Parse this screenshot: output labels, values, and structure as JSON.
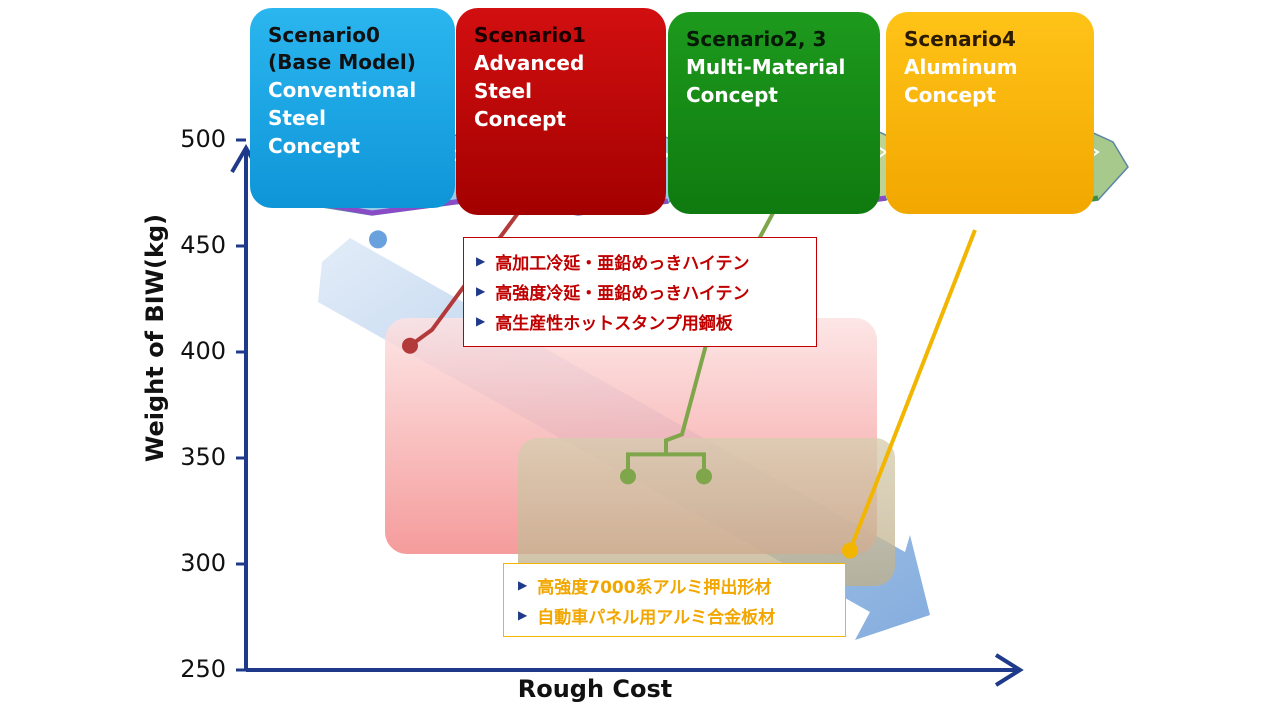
{
  "chart_data": {
    "type": "scatter",
    "xlabel": "Rough Cost",
    "ylabel": "Weight of BIW(kg)",
    "ylim": [
      250,
      500
    ],
    "yticks": [
      500,
      450,
      400,
      350,
      300,
      250
    ],
    "grid": false,
    "scenarios": [
      {
        "title": "Scenario0",
        "subtitle": "(Base Model)",
        "concept": [
          "Conventional",
          "Steel",
          "Concept"
        ],
        "color": "#14a3e6",
        "weight": 455
      },
      {
        "title": "Scenario1",
        "concept": [
          "Advanced",
          "Steel",
          "Concept"
        ],
        "color": "#c40000",
        "weight": 402
      },
      {
        "title": "Scenario2, 3",
        "concept": [
          "Multi-Material",
          "Concept"
        ],
        "color": "#178a17",
        "weight": 347
      },
      {
        "title": "Scenario4",
        "concept": [
          "Aluminum",
          "Concept"
        ],
        "color": "#f7b500",
        "weight": 313
      }
    ],
    "annotations": {
      "steel": [
        "高加工冷延・亜鉛めっきハイテン",
        "高強度冷延・亜鉛めっきハイテン",
        "高生産性ホットスタンプ用鋼板"
      ],
      "aluminum": [
        "高強度7000系アルミ押出形材",
        "自動車パネル用アルミ合金板材"
      ]
    }
  }
}
